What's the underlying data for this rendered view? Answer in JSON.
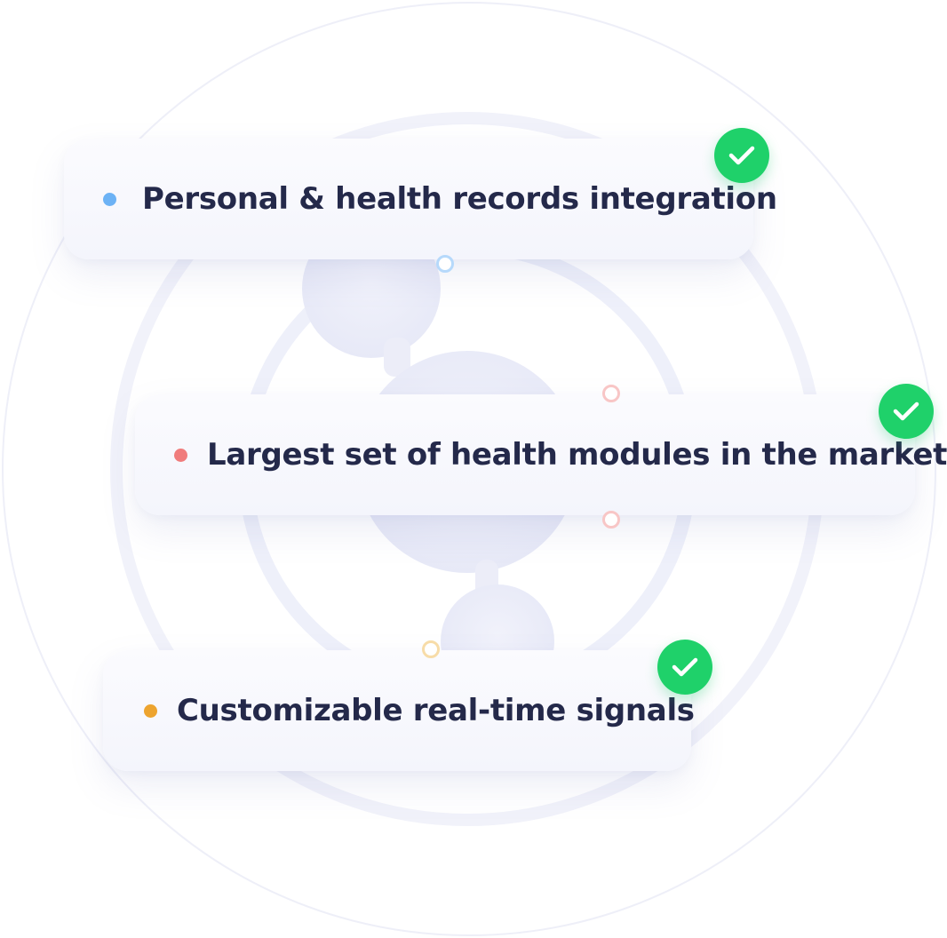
{
  "features": [
    {
      "label": "Personal & health records integration",
      "dot_color": "#6cb2f5",
      "check_icon": "checkmark-icon"
    },
    {
      "label": "Largest set of health modules in the market",
      "dot_color": "#f07c7c",
      "check_icon": "checkmark-icon"
    },
    {
      "label": "Customizable real-time signals",
      "dot_color": "#eda42f",
      "check_icon": "checkmark-icon"
    }
  ],
  "colors": {
    "check_green": "#1fd16a",
    "text": "#24294a",
    "ring_blue": "#b6d9fb",
    "ring_pink": "#f8c6c6",
    "ring_yellow": "#f7dca8"
  }
}
